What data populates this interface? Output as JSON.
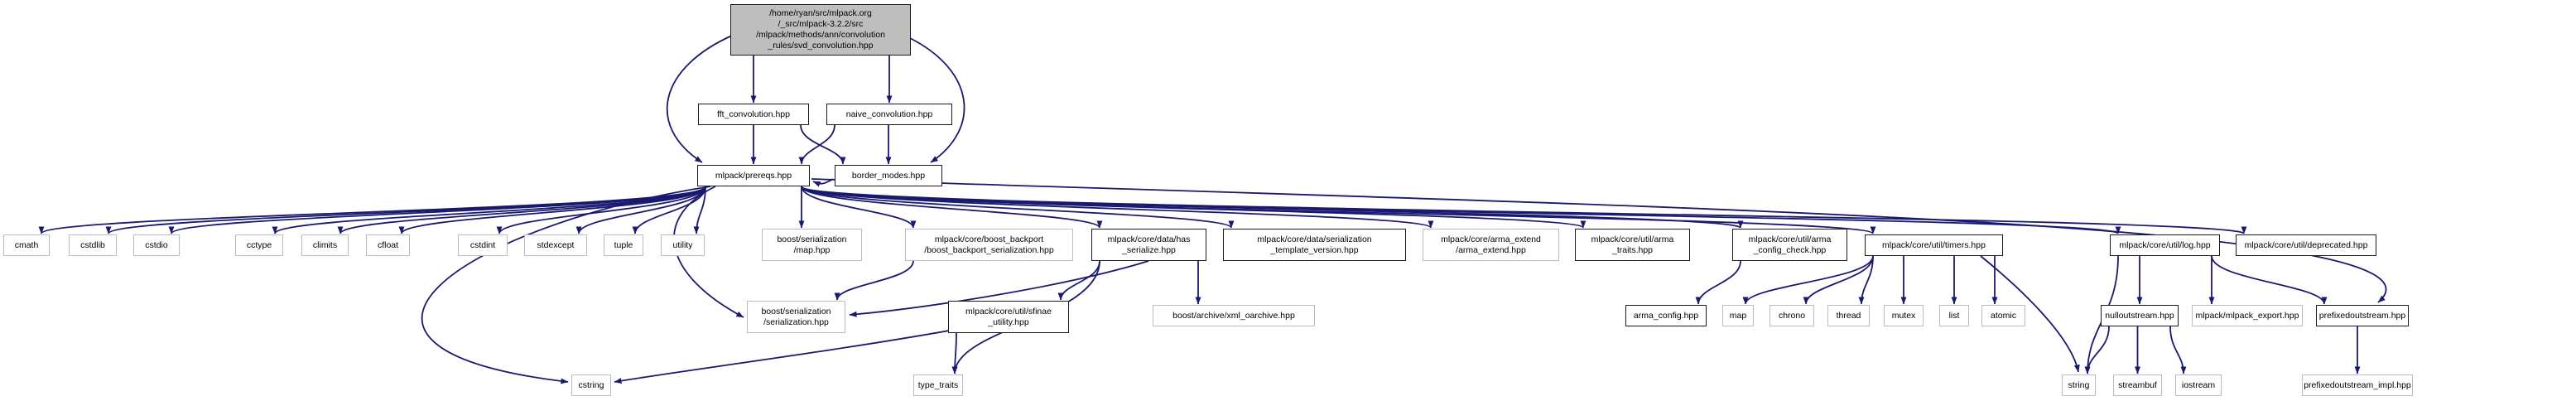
{
  "graph": {
    "title": "include dependency graph for svd_convolution.hpp",
    "background_color": "#ffffff",
    "edge_color": "#191970",
    "root_fill_color": "#bebebe",
    "internal_border_color": "#1a1a1a",
    "external_border_color": "#b9bdc2",
    "nodes": [
      {
        "id": "root",
        "kind": "root",
        "label": "/home/ryan/src/mlpack.org\n/_src/mlpack-3.2.2/src\n/mlpack/methods/ann/convolution\n_rules/svd_convolution.hpp"
      },
      {
        "id": "fft_convolution",
        "kind": "internal",
        "label": "fft_convolution.hpp"
      },
      {
        "id": "naive_convolution",
        "kind": "internal",
        "label": "naive_convolution.hpp"
      },
      {
        "id": "prereqs",
        "kind": "internal",
        "label": "mlpack/prereqs.hpp"
      },
      {
        "id": "border_modes",
        "kind": "internal",
        "label": "border_modes.hpp"
      },
      {
        "id": "cmath",
        "kind": "external",
        "label": "cmath"
      },
      {
        "id": "cstdlib",
        "kind": "external",
        "label": "cstdlib"
      },
      {
        "id": "cstdio",
        "kind": "external",
        "label": "cstdio"
      },
      {
        "id": "cctype",
        "kind": "external",
        "label": "cctype"
      },
      {
        "id": "climits",
        "kind": "external",
        "label": "climits"
      },
      {
        "id": "cfloat",
        "kind": "external",
        "label": "cfloat"
      },
      {
        "id": "cstdint",
        "kind": "external",
        "label": "cstdint"
      },
      {
        "id": "stdexcept",
        "kind": "external",
        "label": "stdexcept"
      },
      {
        "id": "tuple",
        "kind": "external",
        "label": "tuple"
      },
      {
        "id": "utility",
        "kind": "external",
        "label": "utility"
      },
      {
        "id": "boost_map",
        "kind": "external",
        "label": "boost/serialization\n/map.hpp"
      },
      {
        "id": "boost_backport",
        "kind": "external",
        "label": "mlpack/core/boost_backport\n/boost_backport_serialization.hpp"
      },
      {
        "id": "has_serialize",
        "kind": "internal",
        "label": "mlpack/core/data/has\n_serialize.hpp"
      },
      {
        "id": "ser_template",
        "kind": "internal",
        "label": "mlpack/core/data/serialization\n_template_version.hpp"
      },
      {
        "id": "arma_extend",
        "kind": "external",
        "label": "mlpack/core/arma_extend\n/arma_extend.hpp"
      },
      {
        "id": "arma_traits",
        "kind": "internal",
        "label": "mlpack/core/util/arma\n_traits.hpp"
      },
      {
        "id": "arma_config_check",
        "kind": "internal",
        "label": "mlpack/core/util/arma\n_config_check.hpp"
      },
      {
        "id": "timers",
        "kind": "internal",
        "label": "mlpack/core/util/timers.hpp"
      },
      {
        "id": "log",
        "kind": "internal",
        "label": "mlpack/core/util/log.hpp"
      },
      {
        "id": "deprecated",
        "kind": "internal",
        "label": "mlpack/core/util/deprecated.hpp"
      },
      {
        "id": "boost_serialization",
        "kind": "external",
        "label": "boost/serialization\n/serialization.hpp"
      },
      {
        "id": "sfinae",
        "kind": "internal",
        "label": "mlpack/core/util/sfinae\n_utility.hpp"
      },
      {
        "id": "xml_oarchive",
        "kind": "external",
        "label": "boost/archive/xml_oarchive.hpp"
      },
      {
        "id": "arma_config",
        "kind": "internal",
        "label": "arma_config.hpp"
      },
      {
        "id": "map",
        "kind": "external",
        "label": "map"
      },
      {
        "id": "chrono",
        "kind": "external",
        "label": "chrono"
      },
      {
        "id": "thread",
        "kind": "external",
        "label": "thread"
      },
      {
        "id": "mutex",
        "kind": "external",
        "label": "mutex"
      },
      {
        "id": "list",
        "kind": "external",
        "label": "list"
      },
      {
        "id": "atomic",
        "kind": "external",
        "label": "atomic"
      },
      {
        "id": "nulloutstream",
        "kind": "internal",
        "label": "nulloutstream.hpp"
      },
      {
        "id": "mlpack_export",
        "kind": "external",
        "label": "mlpack/mlpack_export.hpp"
      },
      {
        "id": "prefixedoutstream",
        "kind": "internal",
        "label": "prefixedoutstream.hpp"
      },
      {
        "id": "cstring",
        "kind": "external",
        "label": "cstring"
      },
      {
        "id": "type_traits",
        "kind": "external",
        "label": "type_traits"
      },
      {
        "id": "string",
        "kind": "external",
        "label": "string"
      },
      {
        "id": "streambuf",
        "kind": "external",
        "label": "streambuf"
      },
      {
        "id": "iostream",
        "kind": "external",
        "label": "iostream"
      },
      {
        "id": "prefixedoutstream_impl",
        "kind": "external",
        "label": "prefixedoutstream_impl.hpp"
      }
    ],
    "edges": [
      [
        "root",
        "fft_convolution"
      ],
      [
        "root",
        "naive_convolution"
      ],
      [
        "root",
        "prereqs"
      ],
      [
        "root",
        "border_modes"
      ],
      [
        "fft_convolution",
        "prereqs"
      ],
      [
        "fft_convolution",
        "border_modes"
      ],
      [
        "naive_convolution",
        "prereqs"
      ],
      [
        "naive_convolution",
        "border_modes"
      ],
      [
        "border_modes",
        "prereqs"
      ],
      [
        "prereqs",
        "cmath"
      ],
      [
        "prereqs",
        "cstdlib"
      ],
      [
        "prereqs",
        "cstdio"
      ],
      [
        "prereqs",
        "cctype"
      ],
      [
        "prereqs",
        "climits"
      ],
      [
        "prereqs",
        "cfloat"
      ],
      [
        "prereqs",
        "cstdint"
      ],
      [
        "prereqs",
        "stdexcept"
      ],
      [
        "prereqs",
        "tuple"
      ],
      [
        "prereqs",
        "utility"
      ],
      [
        "prereqs",
        "boost_map"
      ],
      [
        "prereqs",
        "boost_backport"
      ],
      [
        "prereqs",
        "has_serialize"
      ],
      [
        "prereqs",
        "ser_template"
      ],
      [
        "prereqs",
        "arma_extend"
      ],
      [
        "prereqs",
        "arma_traits"
      ],
      [
        "prereqs",
        "arma_config_check"
      ],
      [
        "prereqs",
        "timers"
      ],
      [
        "prereqs",
        "log"
      ],
      [
        "prereqs",
        "deprecated"
      ],
      [
        "prereqs",
        "cstring"
      ],
      [
        "prereqs",
        "boost_serialization"
      ],
      [
        "prereqs",
        "prefixedoutstream"
      ],
      [
        "boost_backport",
        "boost_serialization"
      ],
      [
        "has_serialize",
        "boost_serialization"
      ],
      [
        "has_serialize",
        "sfinae"
      ],
      [
        "has_serialize",
        "xml_oarchive"
      ],
      [
        "has_serialize",
        "type_traits"
      ],
      [
        "sfinae",
        "type_traits"
      ],
      [
        "sfinae",
        "cstring"
      ],
      [
        "arma_config_check",
        "arma_config"
      ],
      [
        "timers",
        "map"
      ],
      [
        "timers",
        "chrono"
      ],
      [
        "timers",
        "thread"
      ],
      [
        "timers",
        "mutex"
      ],
      [
        "timers",
        "list"
      ],
      [
        "timers",
        "atomic"
      ],
      [
        "timers",
        "string"
      ],
      [
        "log",
        "string"
      ],
      [
        "log",
        "nulloutstream"
      ],
      [
        "log",
        "mlpack_export"
      ],
      [
        "log",
        "prefixedoutstream"
      ],
      [
        "nulloutstream",
        "string"
      ],
      [
        "nulloutstream",
        "streambuf"
      ],
      [
        "nulloutstream",
        "iostream"
      ],
      [
        "prefixedoutstream",
        "prefixedoutstream_impl"
      ]
    ]
  }
}
